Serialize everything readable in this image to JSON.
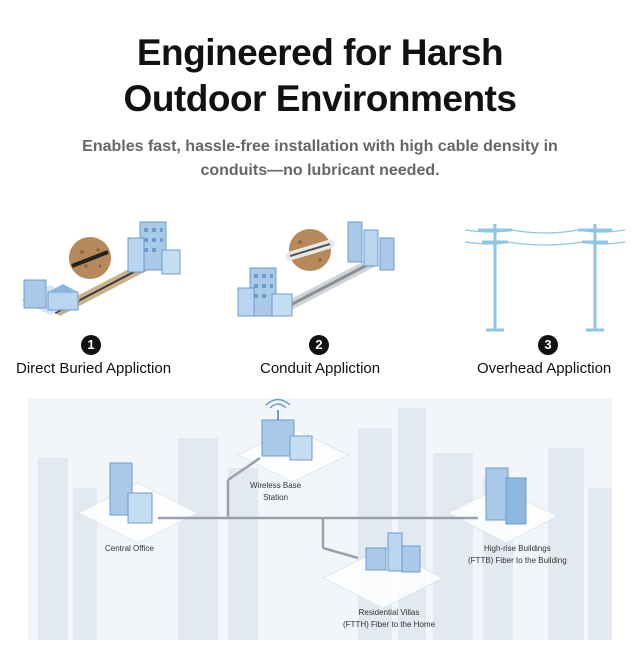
{
  "header": {
    "title_line1": "Engineered for Harsh",
    "title_line2": "Outdoor Environments",
    "subtitle_line1": "Enables fast, hassle-free installation with high cable density in",
    "subtitle_line2": "conduits—no lubricant needed."
  },
  "applications": [
    {
      "number": "1",
      "label": "Direct Buried Appliction"
    },
    {
      "number": "2",
      "label": "Conduit Appliction"
    },
    {
      "number": "3",
      "label": "Overhead Appliction"
    }
  ],
  "network": {
    "nodes": {
      "wireless_line1": "Wireless Base",
      "wireless_line2": "Station",
      "central_office": "Central Office",
      "highrise_line1": "High-rise Buildings",
      "highrise_line2": "(FTTB) Fiber to the Building",
      "villas_line1": "Residential Villas",
      "villas_line2": "(FTTH) Fiber to the Home"
    }
  },
  "colors": {
    "building": "#a9c9e8",
    "building_dark": "#6d9ccc",
    "cable": "#8a8f99",
    "soil": "#b7895a",
    "pole": "#8ec6e6"
  }
}
